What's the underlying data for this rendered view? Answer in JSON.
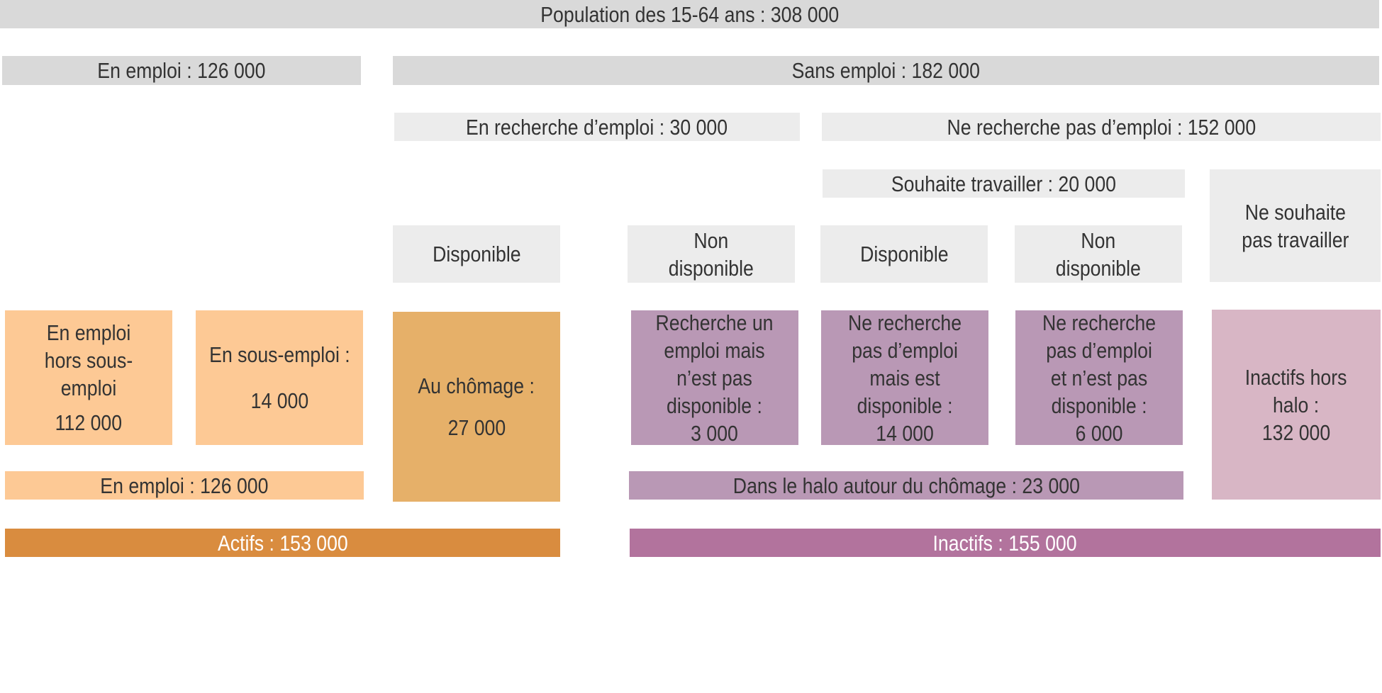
{
  "population": "Population des 15-64 ans : 308 000",
  "en_emploi_top": "En emploi : 126 000",
  "sans_emploi": "Sans emploi : 182 000",
  "en_recherche": "En recherche d’emploi : 30 000",
  "ne_recherche_pas": "Ne recherche pas d’emploi : 152 000",
  "souhaite_travailler": "Souhaite travailler : 20 000",
  "ne_souhaite_pas": "Ne souhaite\npas travailler",
  "disponible_1": "Disponible",
  "non_disponible_1": "Non\ndisponible",
  "disponible_2": "Disponible",
  "non_disponible_2": "Non\ndisponible",
  "hors_sous_emploi_label": "En emploi\nhors sous-emploi",
  "hors_sous_emploi_value": "112 000",
  "sous_emploi_label": "En sous-emploi :",
  "sous_emploi_value": "14 000",
  "chomage_label": "Au chômage :",
  "chomage_value": "27 000",
  "recherche_non_dispo": "Recherche un\nemploi mais\nn’est pas\ndisponible :\n3 000",
  "ne_recherche_dispo": "Ne recherche\npas d’emploi\nmais est\ndisponible :\n14 000",
  "ne_recherche_non_dispo": "Ne recherche\npas d’emploi\net n’est pas\ndisponible :\n6 000",
  "inactifs_hors_halo_label": "Inactifs hors\nhalo :",
  "inactifs_hors_halo_value": "132 000",
  "en_emploi_bottom": "En emploi : 126 000",
  "halo": "Dans le halo autour du chômage : 23 000",
  "actifs": "Actifs : 153 000",
  "inactifs": "Inactifs : 155 000"
}
